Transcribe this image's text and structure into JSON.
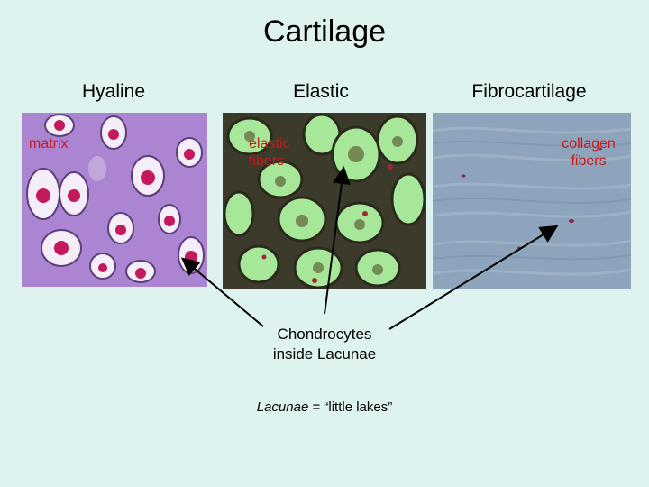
{
  "slide": {
    "title": "Cartilage",
    "columns": [
      {
        "heading": "Hyaline",
        "label": "matrix"
      },
      {
        "heading": "Elastic",
        "label_line1": "elastic",
        "label_line2": "fibers"
      },
      {
        "heading": "Fibrocartilage",
        "label_line1": "collagen",
        "label_line2": "fibers"
      }
    ],
    "callout_line1": "Chondrocytes",
    "callout_line2": "inside Lacunae",
    "footnote_term": "Lacunae",
    "footnote_rest": " = “little lakes”"
  },
  "colors": {
    "background": "#def3ef",
    "label_red": "#cc1a1a",
    "hyaline_matrix": "#a47ccc",
    "elastic_fibers": "#3c3a2a",
    "elastic_cells": "#a6e79a",
    "fibro_matrix": "#8ea4bc"
  }
}
